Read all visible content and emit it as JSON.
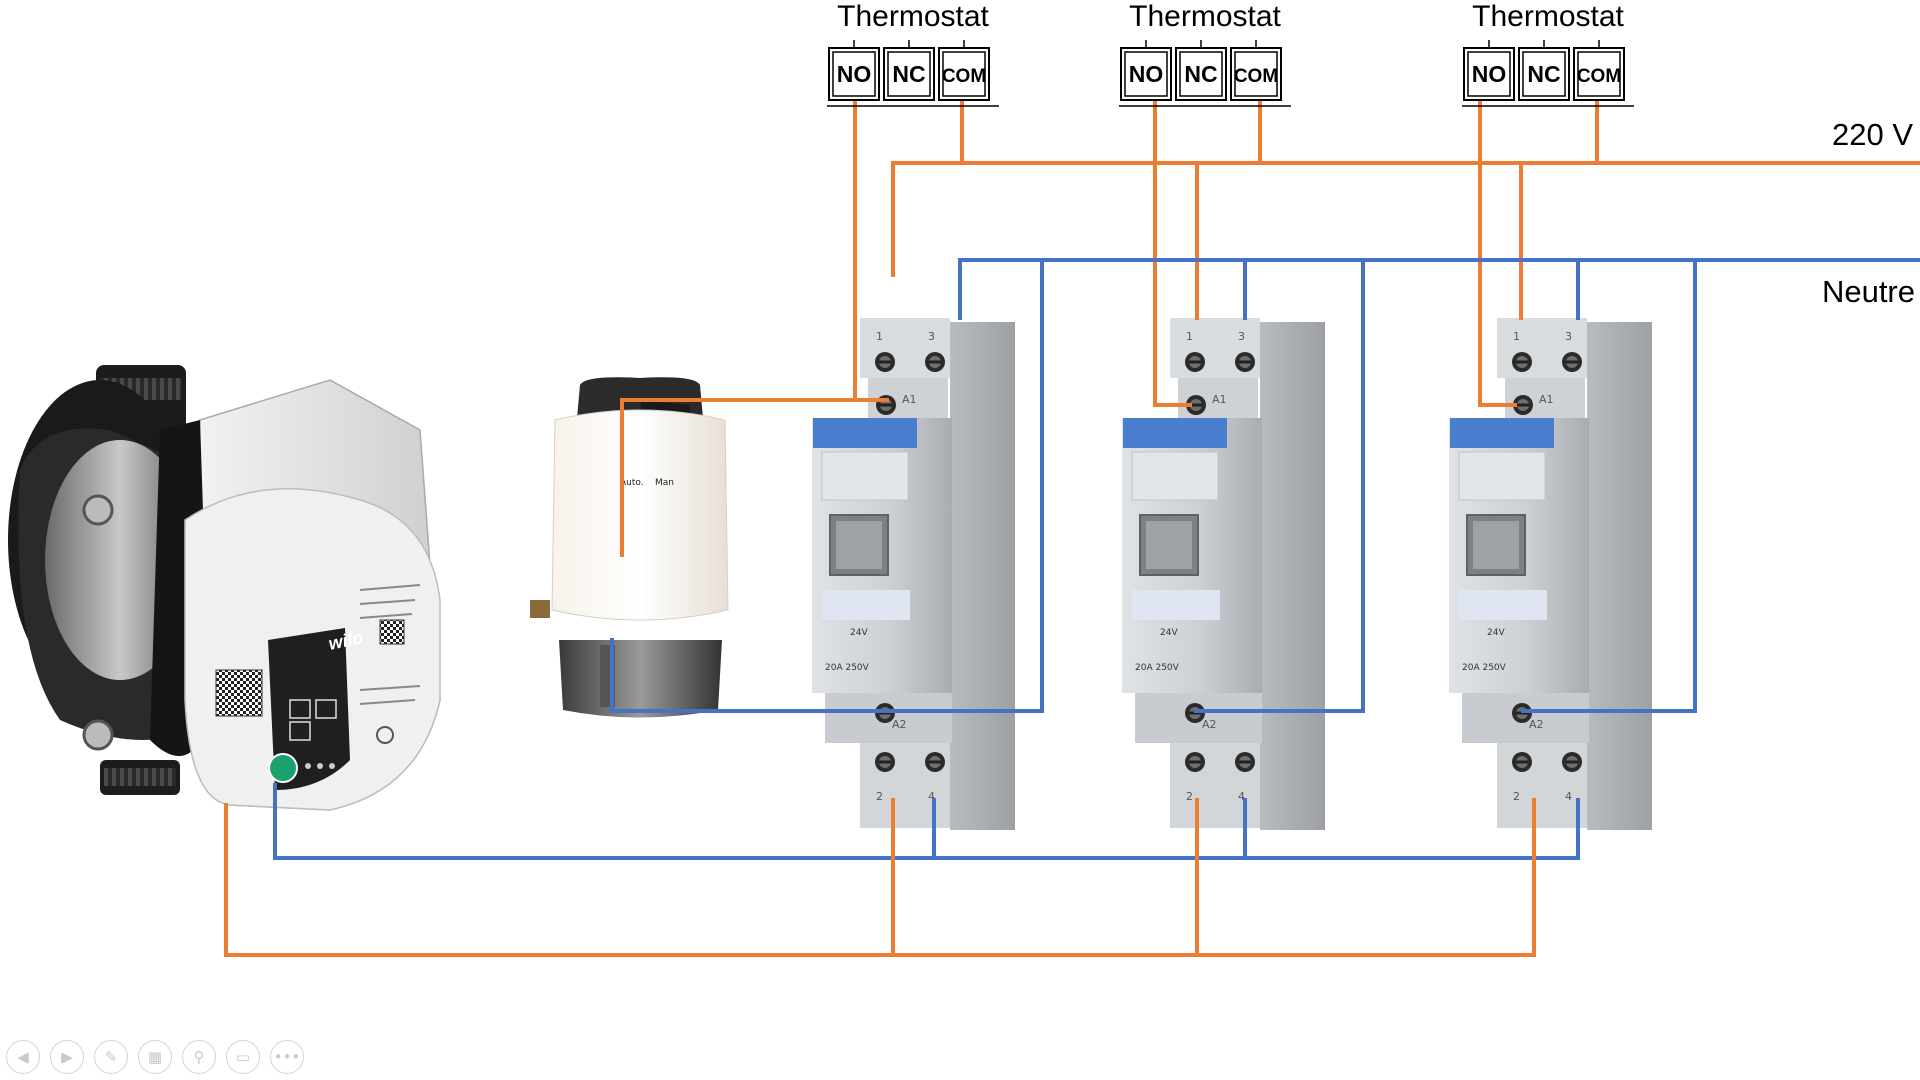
{
  "thermostats": [
    {
      "title": "Thermostat",
      "terminals": [
        "NO",
        "NC",
        "COM"
      ]
    },
    {
      "title": "Thermostat",
      "terminals": [
        "NO",
        "NC",
        "COM"
      ]
    },
    {
      "title": "Thermostat",
      "terminals": [
        "NO",
        "NC",
        "COM"
      ]
    }
  ],
  "rails": {
    "phase": "220 V",
    "neutral": "Neutre"
  },
  "pump": {
    "brand": "wilo"
  },
  "actuator": {
    "marking_auto": "Auto.",
    "marking_man": "Man"
  },
  "relays": [
    {
      "t_top_left": "1",
      "t_top_right": "3",
      "coil_top": "A1",
      "coil_bottom": "A2",
      "t_bottom_left": "2",
      "t_bottom_right": "4",
      "rating_coil": "24V",
      "rating_contact": "20A 250V"
    },
    {
      "t_top_left": "1",
      "t_top_right": "3",
      "coil_top": "A1",
      "coil_bottom": "A2",
      "t_bottom_left": "2",
      "t_bottom_right": "4",
      "rating_coil": "24V",
      "rating_contact": "20A 250V"
    },
    {
      "t_top_left": "1",
      "t_top_right": "3",
      "coil_top": "A1",
      "coil_bottom": "A2",
      "t_bottom_left": "2",
      "t_bottom_right": "4",
      "rating_coil": "24V",
      "rating_contact": "20A 250V"
    }
  ],
  "colors": {
    "phase_wire": "#ED7D31",
    "neutral_wire": "#4472C4",
    "relay_button": "#4A7FD0",
    "pump_led": "#1BA16B"
  },
  "toolbar": {
    "icons": [
      "prev-slide-icon",
      "next-slide-icon",
      "pen-icon",
      "slides-grid-icon",
      "zoom-icon",
      "subtitles-icon",
      "more-icon"
    ],
    "glyphs": [
      "◀",
      "▶",
      "✎",
      "▦",
      "⚲",
      "▭",
      "•••"
    ]
  }
}
